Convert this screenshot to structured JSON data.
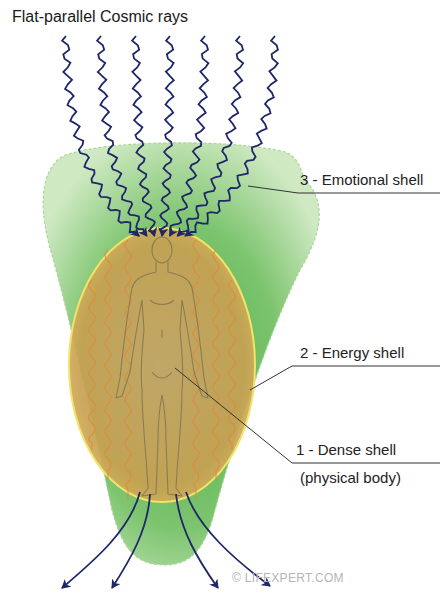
{
  "diagram": {
    "title": "Flat-parallel Cosmic rays",
    "labels": [
      "3 - Emotional shell",
      "2 - Energy shell",
      "1 - Dense shell",
      "(physical body)",
      "© LIFEXPERT.COM"
    ]
  }
}
